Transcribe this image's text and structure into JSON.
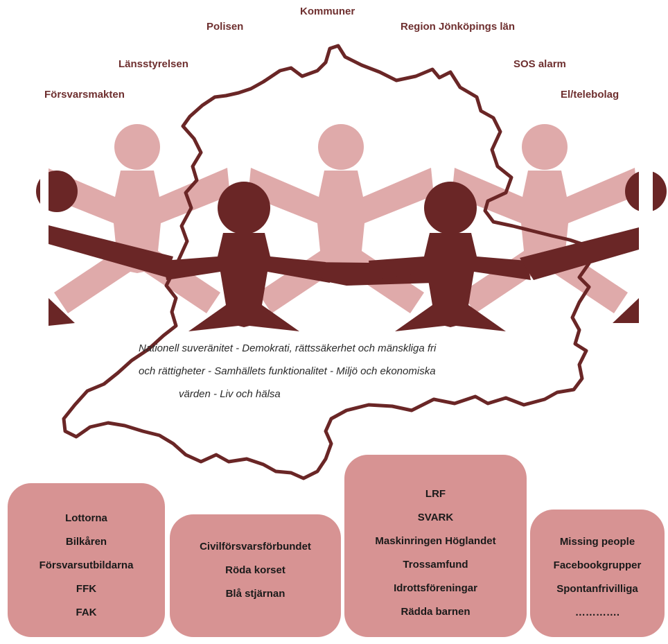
{
  "actors": {
    "kommuner": "Kommuner",
    "polisen": "Polisen",
    "region": "Region Jönköpings län",
    "lansstyrelsen": "Länsstyrelsen",
    "sos": "SOS alarm",
    "forsvarsmakten": "Försvarsmakten",
    "el_tele": "El/telebolag"
  },
  "values_text": [
    "Nationell suveränitet - Demokrati, rättssäkerhet och mänskliga fri",
    "och rättigheter - Samhällets funktionalitet - Miljö och ekonomiska",
    "värden - Liv och hälsa"
  ],
  "boxes": [
    [
      "Lottorna",
      "Bilkåren",
      "Försvarsutbildarna",
      "FFK",
      "FAK"
    ],
    [
      "Civilförsvarsförbundet",
      "Röda korset",
      "Blå stjärnan"
    ],
    [
      "LRF",
      "SVARK",
      "Maskinringen Höglandet",
      "Trossamfund",
      "Idrottsföreningar",
      "Rädda barnen"
    ],
    [
      "Missing people",
      "Facebookgrupper",
      "Spontanfrivilliga",
      "…………."
    ]
  ],
  "colors": {
    "dark": "#6a2626",
    "light": "#d79393",
    "label": "#6e2f2f"
  }
}
